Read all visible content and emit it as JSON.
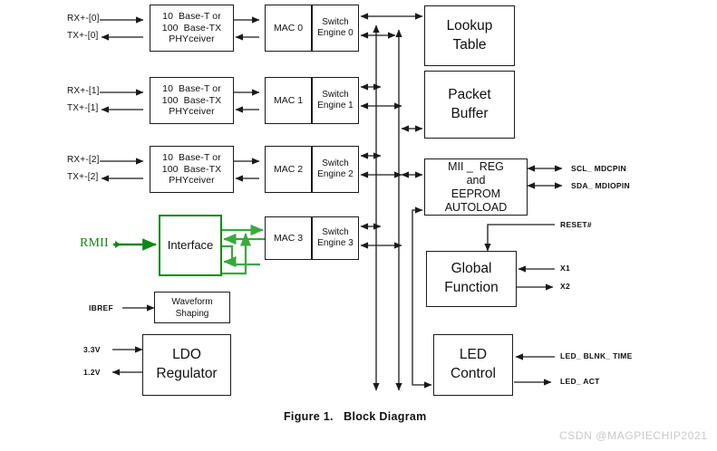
{
  "figure": {
    "caption": "Figure 1.   Block Diagram",
    "watermark": "CSDN @MAGPIECHIP2021"
  },
  "colors": {
    "line": "#1a1a1a",
    "green": "#0a8a14",
    "green_light": "#3aa83f",
    "watermark": "#c9c9c9",
    "background": "#ffffff"
  },
  "ports": {
    "rx0": "RX+-[0]",
    "tx0": "TX+-[0]",
    "rx1": "RX+-[1]",
    "tx1": "TX+-[1]",
    "rx2": "RX+-[2]",
    "tx2": "TX+-[2]",
    "rmii": "RMII",
    "ibref": "IBREF",
    "v33": "3.3V",
    "v12": "1.2V",
    "scl": "SCL_ MDCPIN",
    "sda": "SDA_ MDIOPIN",
    "reset": "RESET#",
    "x1": "X1",
    "x2": "X2",
    "led_blnk": "LED_ BLNK_ TIME",
    "led_act": "LED_ ACT"
  },
  "blocks": {
    "phy0": {
      "line1": "10  Base-T or",
      "line2": "100  Base-TX",
      "line3": "PHYceiver"
    },
    "phy1": {
      "line1": "10  Base-T or",
      "line2": "100  Base-TX",
      "line3": "PHYceiver"
    },
    "phy2": {
      "line1": "10  Base-T or",
      "line2": "100  Base-TX",
      "line3": "PHYceiver"
    },
    "mac0": "MAC 0",
    "mac1": "MAC 1",
    "mac2": "MAC 2",
    "mac3": "MAC 3",
    "se0": {
      "line1": "Switch",
      "line2": "Engine 0"
    },
    "se1": {
      "line1": "Switch",
      "line2": "Engine 1"
    },
    "se2": {
      "line1": "Switch",
      "line2": "Engine 2"
    },
    "se3": {
      "line1": "Switch",
      "line2": "Engine 3"
    },
    "lookup": {
      "line1": "Lookup",
      "line2": "Table"
    },
    "packet": {
      "line1": "Packet",
      "line2": "Buffer"
    },
    "mii": {
      "line1": "MII _  REG",
      "line2": "and",
      "line3": "EEPROM",
      "line4": "AUTOLOAD"
    },
    "global": {
      "line1": "Global",
      "line2": "Function"
    },
    "led": {
      "line1": "LED",
      "line2": "Control"
    },
    "interface": "Interface",
    "waveform": {
      "line1": "Waveform",
      "line2": "Shaping"
    },
    "ldo": {
      "line1": "LDO",
      "line2": "Regulator"
    }
  }
}
